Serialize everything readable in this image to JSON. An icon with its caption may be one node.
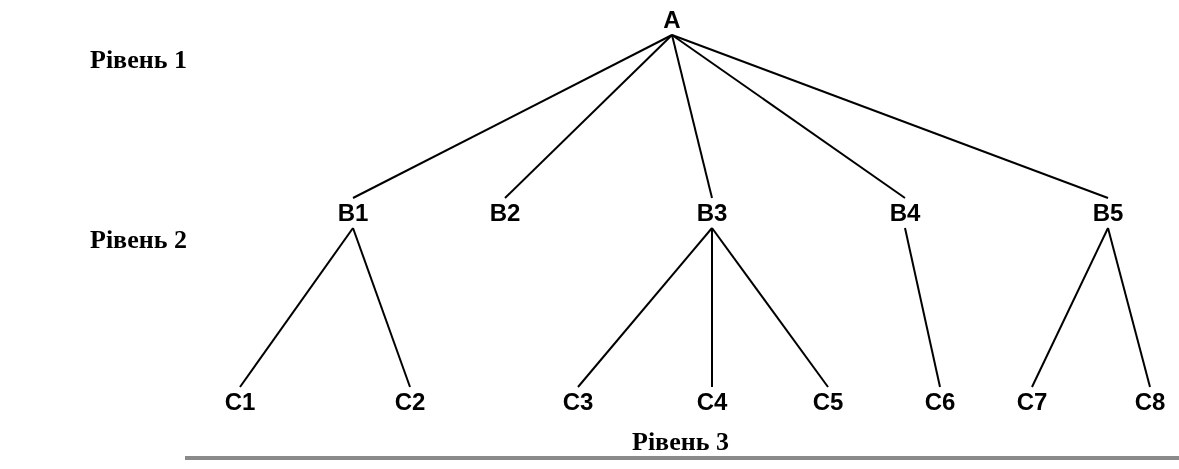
{
  "diagram": {
    "nodes": [
      {
        "text": [
          "A"
        ]
      },
      {
        "text": [
          "B1"
        ]
      },
      {
        "text": [
          "B2"
        ]
      },
      {
        "text": [
          "B3"
        ]
      },
      {
        "text": [
          "B4"
        ]
      },
      {
        "text": [
          "B5"
        ]
      },
      {
        "text": [
          "C1"
        ]
      },
      {
        "text": [
          "C2"
        ]
      },
      {
        "text": [
          "C3"
        ]
      },
      {
        "text": [
          "C4"
        ]
      },
      {
        "text": [
          "C5"
        ]
      },
      {
        "text": [
          "C6"
        ]
      },
      {
        "text": [
          "C7"
        ]
      },
      {
        "text": [
          "C8"
        ]
      }
    ],
    "edges": [
      {
        "from": 0,
        "to": 1,
        "arrow": "none"
      },
      {
        "from": 0,
        "to": 2,
        "arrow": "none"
      },
      {
        "from": 0,
        "to": 3,
        "arrow": "none"
      },
      {
        "from": 0,
        "to": 4,
        "arrow": "none"
      },
      {
        "from": 0,
        "to": 5,
        "arrow": "none"
      },
      {
        "from": 1,
        "to": 6,
        "arrow": "none"
      },
      {
        "from": 1,
        "to": 7,
        "arrow": "none"
      },
      {
        "from": 3,
        "to": 8,
        "arrow": "none"
      },
      {
        "from": 3,
        "to": 9,
        "arrow": "none"
      },
      {
        "from": 3,
        "to": 10,
        "arrow": "none"
      },
      {
        "from": 4,
        "to": 11,
        "arrow": "none"
      },
      {
        "from": 5,
        "to": 12,
        "arrow": "none"
      },
      {
        "from": 5,
        "to": 13,
        "arrow": "none"
      }
    ],
    "labels": [
      "Рівень 1",
      "Рівень 2",
      "Рівень 3"
    ]
  }
}
